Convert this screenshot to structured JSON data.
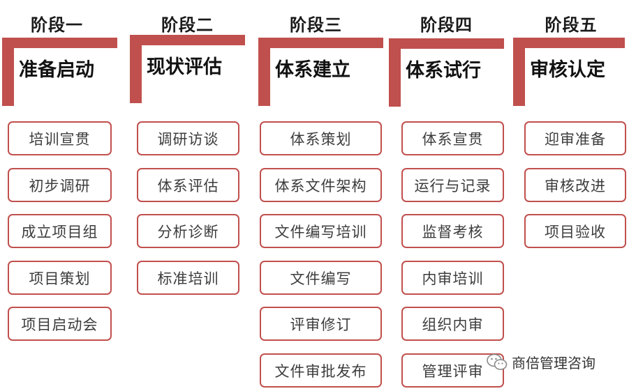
{
  "phases": [
    {
      "label": "阶段一",
      "name": "准备启动",
      "tasks": [
        "培训宣贯",
        "初步调研",
        "成立项目组",
        "项目策划",
        "项目启动会"
      ]
    },
    {
      "label": "阶段二",
      "name": "现状评估",
      "tasks": [
        "调研访谈",
        "体系评估",
        "分析诊断",
        "标准培训"
      ]
    },
    {
      "label": "阶段三",
      "name": "体系建立",
      "tasks": [
        "体系策划",
        "体系文件架构",
        "文件编写培训",
        "文件编写",
        "评审修订",
        "文件审批发布"
      ]
    },
    {
      "label": "阶段四",
      "name": "体系试行",
      "tasks": [
        "体系宣贯",
        "运行与记录",
        "监督考核",
        "内审培训",
        "组织内审",
        "管理评审"
      ]
    },
    {
      "label": "阶段五",
      "name": "审核认定",
      "tasks": [
        "迎审准备",
        "审核改进",
        "项目验收"
      ]
    }
  ],
  "watermark": {
    "text": "商倍管理咨询",
    "icon": "wechat-icon"
  },
  "colors": {
    "accent": "#c0504d",
    "task_text": "#3c3c3c",
    "heading": "#111111"
  }
}
